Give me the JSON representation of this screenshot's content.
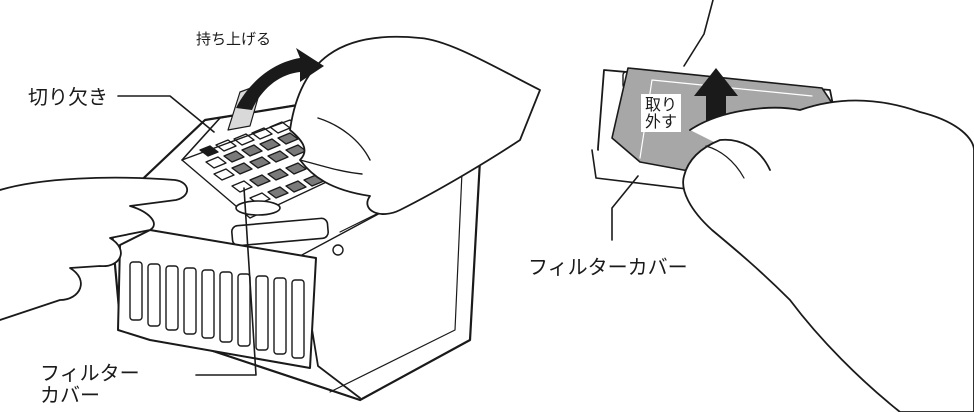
{
  "labels": {
    "lift": "持ち上げる",
    "notch": "切り欠き",
    "filter_cover_left_line1": "フィルター",
    "filter_cover_left_line2": "カバー",
    "remove_line1": "取り",
    "remove_line2": "外す",
    "filter_cover_right": "フィルターカバー"
  },
  "colors": {
    "ink": "#1a1a1a",
    "gray_panel": "#a7a7a7",
    "light_gray": "#d9d9d9",
    "background": "#ffffff"
  }
}
